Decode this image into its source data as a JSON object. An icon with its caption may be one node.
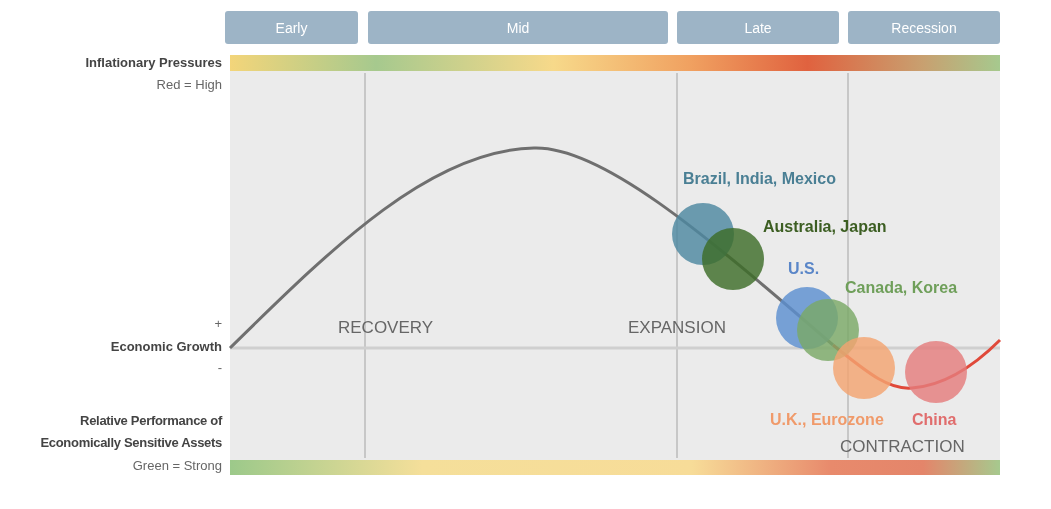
{
  "diagram": {
    "nodes": [
      {
        "text": [
          "Early"
        ]
      },
      {
        "text": [
          "Mid"
        ]
      },
      {
        "text": [
          "Late"
        ]
      },
      {
        "text": [
          "Recession"
        ]
      },
      {
        "text": [
          "Brazil, India, Mexico"
        ]
      },
      {
        "text": [
          "Australia, Japan"
        ]
      },
      {
        "text": [
          "U.S."
        ]
      },
      {
        "text": [
          "Canada, Korea"
        ]
      },
      {
        "text": [
          "U.K., Eurozone"
        ]
      },
      {
        "text": [
          "China"
        ]
      },
      {
        "text": [],
        "shape": "bar"
      },
      {
        "text": [],
        "shape": "bar"
      }
    ],
    "edges": [],
    "labels": [
      "Inflationary Pressures",
      "Red = High",
      "+",
      "RECOVERY",
      "EXPANSION",
      "Economic Growth",
      "-",
      "Relative Performance of Economically Sensitive Assets",
      "CONTRACTION",
      "Green = Strong"
    ]
  }
}
